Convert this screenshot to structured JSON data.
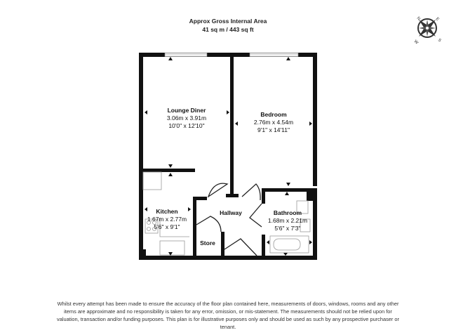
{
  "header": {
    "title": "Approx Gross Internal Area",
    "area": "41 sq m / 443 sq ft"
  },
  "compass": {
    "labels": [
      "N",
      "E",
      "S",
      "W"
    ],
    "icon": "compass-rose-icon"
  },
  "rooms": [
    {
      "name": "Lounge Diner",
      "metric": "3.06m x 3.91m",
      "imperial": "10'0\" x 12'10\""
    },
    {
      "name": "Bedroom",
      "metric": "2.76m x 4.54m",
      "imperial": "9'1\" x 14'11\""
    },
    {
      "name": "Kitchen",
      "metric": "1.67m x 2.77m",
      "imperial": "5'6\" x 9'1\""
    },
    {
      "name": "Bathroom",
      "metric": "1.68m x 2.21m",
      "imperial": "5'6\" x 7'3\""
    },
    {
      "name": "Hallway"
    },
    {
      "name": "Store"
    }
  ],
  "disclaimer": "Whilst every attempt has been made to ensure the accuracy of the floor plan contained here, measurements of doors, windows, rooms and any other items are approximate and no responsibility is taken for any error, omission, or mis-statement. The measurements should not be relied upon for valuation, transaction and/or funding purposes. This plan is for illustrative purposes only and should be used as such by any prospective purchaser or tenant."
}
